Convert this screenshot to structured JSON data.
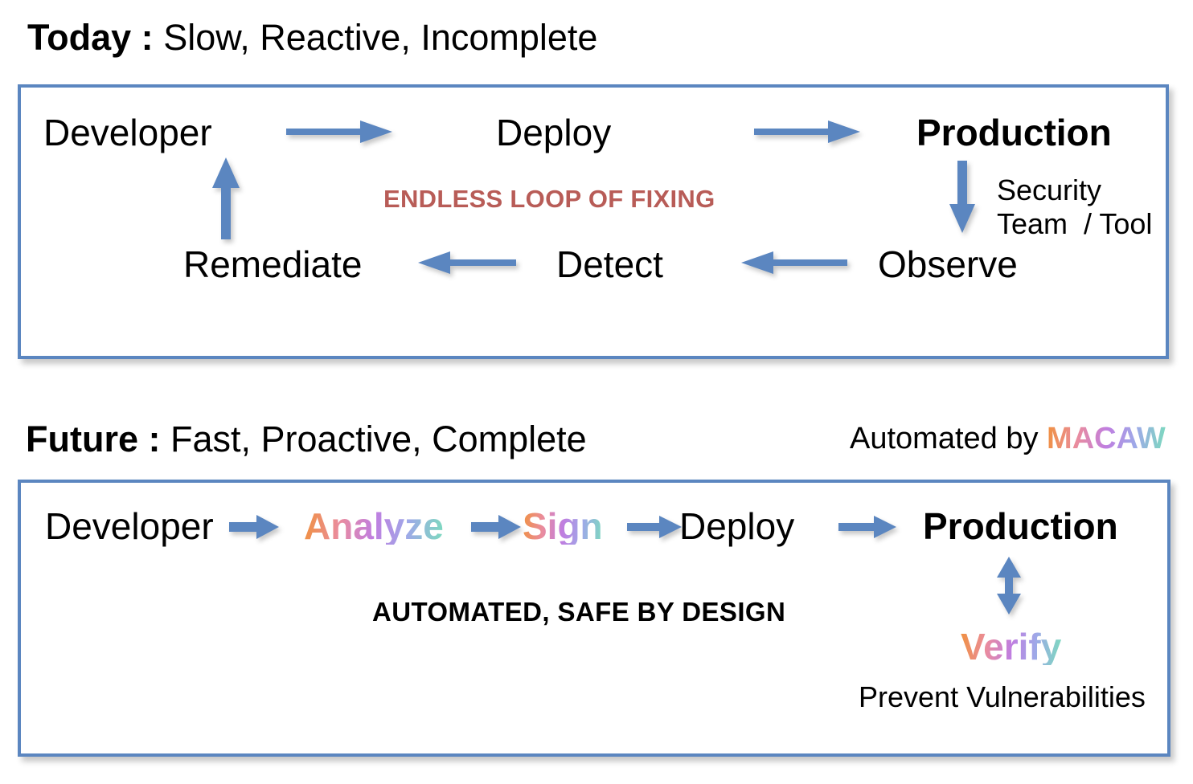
{
  "today": {
    "heading_lead": "Today :",
    "heading_rest": "Slow, Reactive, Incomplete",
    "nodes": {
      "developer": "Developer",
      "deploy": "Deploy",
      "production": "Production",
      "remediate": "Remediate",
      "detect": "Detect",
      "observe": "Observe"
    },
    "loop_label": "ENDLESS LOOP  OF FIXING",
    "security_caption": "Security\nTeam  / Tool",
    "loop_color": "#B85C57"
  },
  "future": {
    "heading_lead": "Future :",
    "heading_rest": "Fast, Proactive, Complete",
    "automated_by_prefix": "Automated by ",
    "brand": "MACAW",
    "nodes": {
      "developer": "Developer",
      "analyze": "Analyze",
      "sign": "Sign",
      "deploy": "Deploy",
      "production": "Production",
      "verify": "Verify"
    },
    "design_label": "AUTOMATED, SAFE BY DESIGN",
    "prevent_label": "Prevent Vulnerabilities"
  },
  "theme": {
    "arrow_color": "#5B86C0",
    "border_color": "#5B86C0",
    "gradient_stops": [
      "#F0913E",
      "#EA8C9E",
      "#C07EE0",
      "#9EA9E8",
      "#7BDBBD"
    ]
  },
  "chart_data": {
    "type": "diagram",
    "title": "Today vs Future software security workflow",
    "flows": [
      {
        "name": "Today",
        "subtitle": "Slow, Reactive, Incomplete",
        "annotation": "ENDLESS LOOP  OF FIXING",
        "steps": [
          "Developer",
          "Deploy",
          "Production",
          "Observe",
          "Detect",
          "Remediate"
        ],
        "edges": [
          {
            "from": "Developer",
            "to": "Deploy",
            "direction": "right"
          },
          {
            "from": "Deploy",
            "to": "Production",
            "direction": "right"
          },
          {
            "from": "Production",
            "to": "Observe",
            "direction": "down",
            "label": "Security Team / Tool"
          },
          {
            "from": "Observe",
            "to": "Detect",
            "direction": "left"
          },
          {
            "from": "Detect",
            "to": "Remediate",
            "direction": "left"
          },
          {
            "from": "Remediate",
            "to": "Developer",
            "direction": "up"
          }
        ]
      },
      {
        "name": "Future",
        "subtitle": "Fast, Proactive, Complete",
        "annotation": "AUTOMATED, SAFE BY DESIGN",
        "automation": "Automated by MACAW",
        "steps": [
          "Developer",
          "Analyze",
          "Sign",
          "Deploy",
          "Production",
          "Verify"
        ],
        "edges": [
          {
            "from": "Developer",
            "to": "Analyze",
            "direction": "right"
          },
          {
            "from": "Analyze",
            "to": "Sign",
            "direction": "right"
          },
          {
            "from": "Sign",
            "to": "Deploy",
            "direction": "right"
          },
          {
            "from": "Deploy",
            "to": "Production",
            "direction": "right"
          },
          {
            "from": "Production",
            "to": "Verify",
            "direction": "bidirectional",
            "label": "Prevent Vulnerabilities"
          }
        ]
      }
    ]
  }
}
